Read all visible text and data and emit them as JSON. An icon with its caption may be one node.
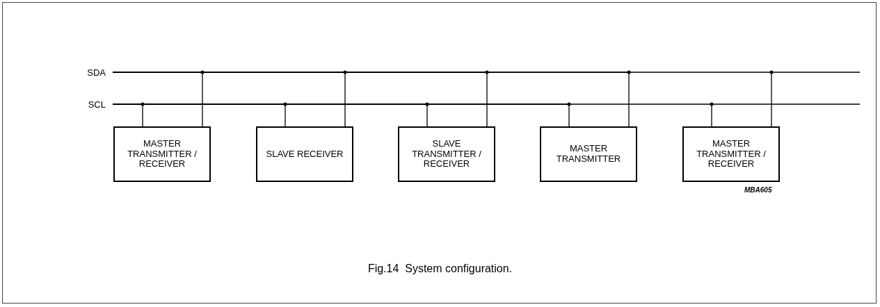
{
  "diagram": {
    "caption": "Fig.14  System configuration.",
    "nodes": [
      {
        "text": [
          "SDA"
        ]
      },
      {
        "text": [
          "SCL"
        ]
      },
      {
        "text": [
          "MASTER TRANSMITTER / RECEIVER"
        ]
      },
      {
        "text": [
          "SLAVE RECEIVER"
        ]
      },
      {
        "text": [
          "SLAVE TRANSMITTER / RECEIVER"
        ]
      },
      {
        "text": [
          "MASTER TRANSMITTER"
        ]
      },
      {
        "text": [
          "MASTER TRANSMITTER / RECEIVER"
        ]
      }
    ],
    "edges": [
      {
        "from": 2,
        "to": 1,
        "arrow": "none"
      },
      {
        "from": 2,
        "to": 0,
        "arrow": "none"
      },
      {
        "from": 3,
        "to": 1,
        "arrow": "none"
      },
      {
        "from": 3,
        "to": 0,
        "arrow": "none"
      },
      {
        "from": 4,
        "to": 1,
        "arrow": "none"
      },
      {
        "from": 4,
        "to": 0,
        "arrow": "none"
      },
      {
        "from": 5,
        "to": 1,
        "arrow": "none"
      },
      {
        "from": 5,
        "to": 0,
        "arrow": "none"
      },
      {
        "from": 6,
        "to": 1,
        "arrow": "none"
      },
      {
        "from": 6,
        "to": 0,
        "arrow": "none"
      }
    ],
    "labels": [
      "MBA605"
    ]
  }
}
